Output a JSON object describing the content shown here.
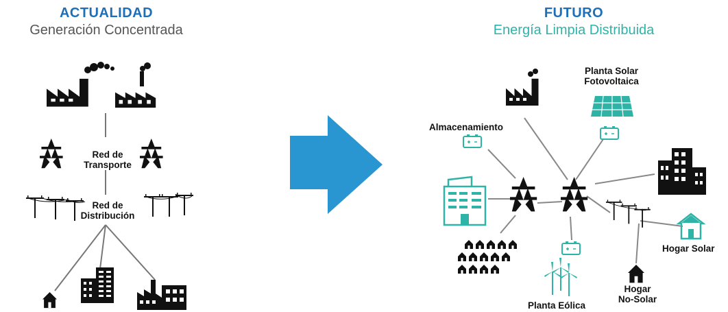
{
  "colors": {
    "heading_blue": "#1d6fb8",
    "teal": "#2fb3a6",
    "arrow": "#2a96d1",
    "dark": "#111111",
    "subtext": "#555555",
    "line": "#777777"
  },
  "left": {
    "title": "ACTUALIDAD",
    "subtitle": "Generación Concentrada",
    "labels": {
      "transport": "Red de Transporte",
      "distribution": "Red de Distribución"
    },
    "icons": [
      "factory-icon",
      "factory-icon",
      "transmission-tower-icon",
      "power-line-icon",
      "house-icon",
      "building-icon",
      "industry-icon"
    ]
  },
  "right": {
    "title": "FUTURO",
    "subtitle": "Energía Limpia Distribuida",
    "labels": {
      "solar_plant": "Planta Solar Fotovoltaica",
      "storage": "Almacenamiento",
      "solar_home": "Hogar Solar",
      "non_solar_home": "Hogar No-Solar",
      "wind_plant": "Planta Eólica"
    },
    "icons": [
      "factory-icon",
      "solar-panel-icon",
      "battery-icon",
      "office-building-icon",
      "city-buildings-icon",
      "transmission-tower-icon",
      "houses-icon",
      "wind-turbine-icon",
      "solar-house-icon",
      "house-icon",
      "power-line-icon"
    ]
  },
  "arrow_icon": "arrow-right-icon"
}
